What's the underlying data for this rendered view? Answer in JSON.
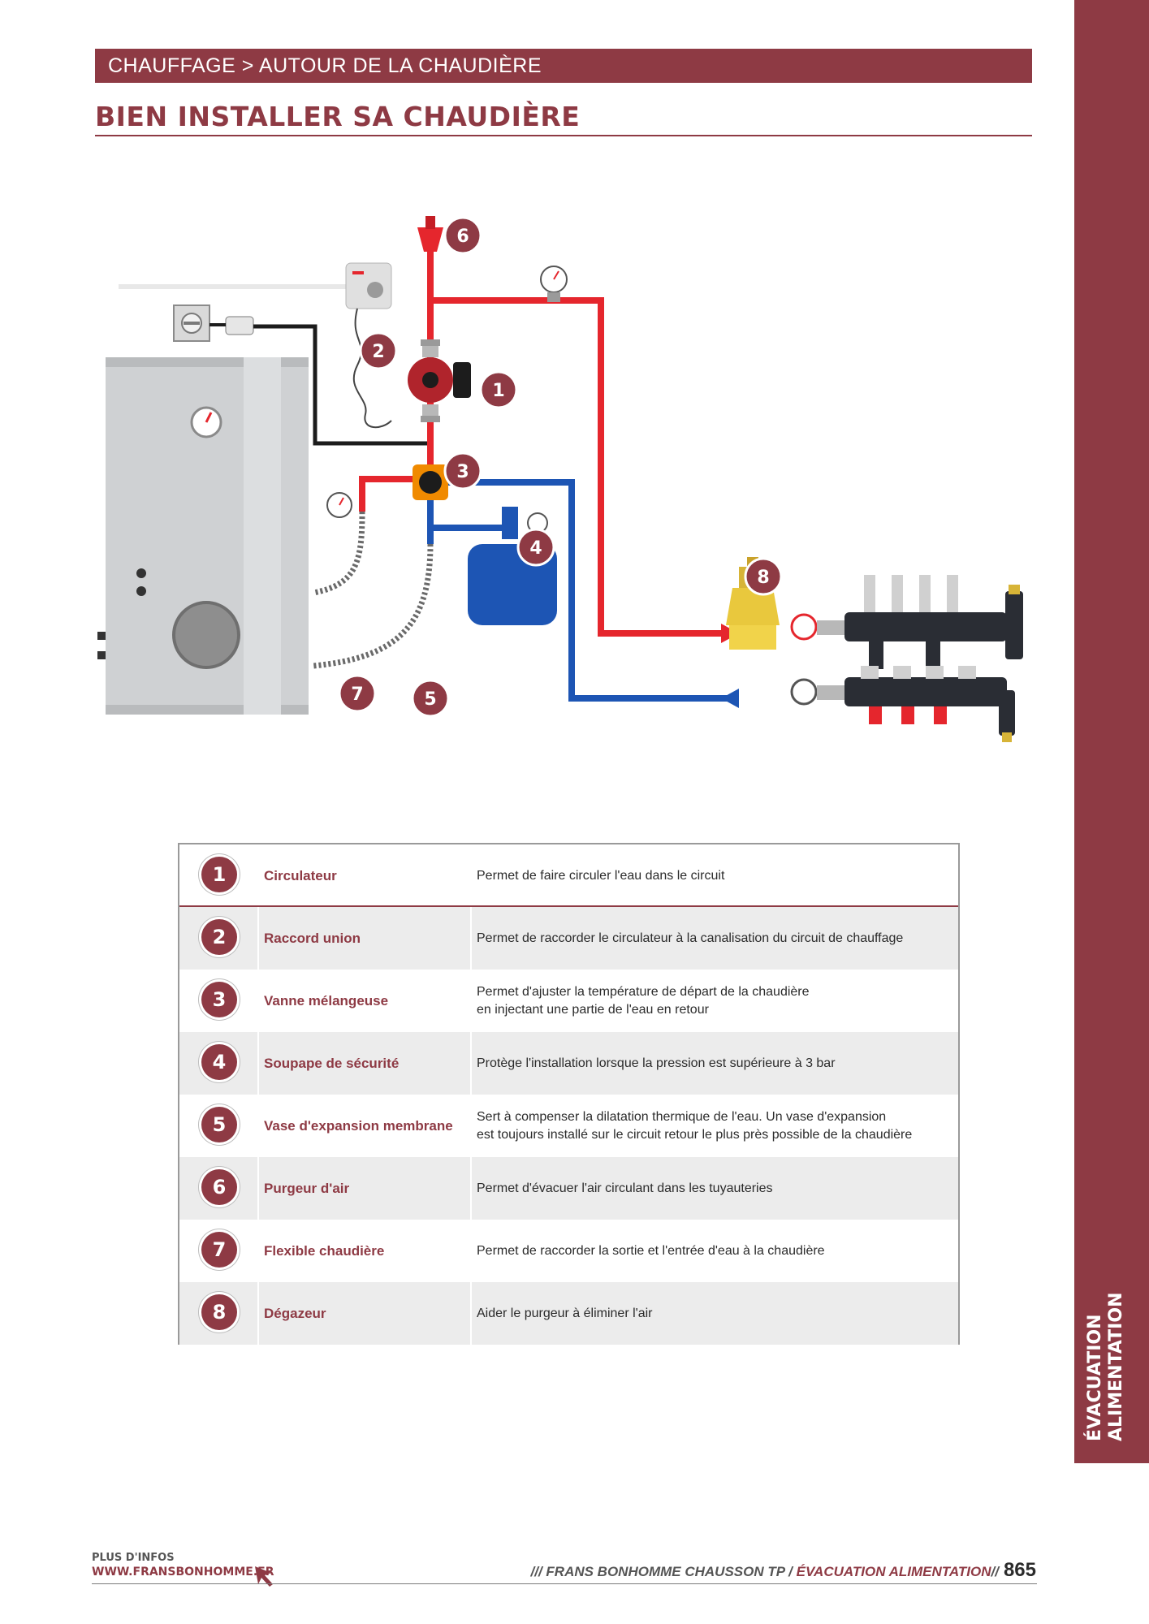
{
  "header": {
    "breadcrumb": "CHAUFFAGE > AUTOUR DE LA CHAUDIÈRE",
    "title": "BIEN INSTALLER SA CHAUDIÈRE"
  },
  "side_tab": {
    "line1": "ÉVACUATION",
    "line2": "ALIMENTATION"
  },
  "diagram": {
    "markers": [
      "1",
      "2",
      "3",
      "4",
      "5",
      "6",
      "7",
      "8"
    ],
    "colors": {
      "hot_pipe": "#e5262d",
      "cold_pipe": "#1d55b4",
      "marker": "#8e3a44",
      "boiler": "#cfd1d3"
    }
  },
  "legend": [
    {
      "num": "1",
      "name": "Circulateur",
      "desc": [
        "Permet de faire circuler l'eau dans le circuit"
      ]
    },
    {
      "num": "2",
      "name": "Raccord union",
      "desc": [
        "Permet de raccorder le circulateur à la canalisation du circuit de chauffage"
      ]
    },
    {
      "num": "3",
      "name": "Vanne mélangeuse",
      "desc": [
        "Permet d'ajuster la température de départ de la chaudière",
        "en injectant une partie de l'eau en retour"
      ]
    },
    {
      "num": "4",
      "name": "Soupape de sécurité",
      "desc": [
        "Protège l'installation lorsque la pression est supérieure à 3 bar"
      ]
    },
    {
      "num": "5",
      "name": "Vase d'expansion membrane",
      "desc": [
        "Sert à compenser la dilatation thermique de l'eau. Un vase d'expansion",
        "est toujours installé sur le circuit retour le plus près possible de la chaudière"
      ]
    },
    {
      "num": "6",
      "name": "Purgeur d'air",
      "desc": [
        "Permet d'évacuer l'air circulant dans les tuyauteries"
      ]
    },
    {
      "num": "7",
      "name": "Flexible chaudière",
      "desc": [
        "Permet de raccorder la sortie et l'entrée d'eau à la chaudière"
      ]
    },
    {
      "num": "8",
      "name": "Dégazeur",
      "desc": [
        "Aider le purgeur à éliminer l'air"
      ]
    }
  ],
  "footer": {
    "info_label": "PLUS D'INFOS",
    "url": "WWW.FRANSBONHOMME.FR",
    "publisher": "/// FRANS BONHOMME CHAUSSON TP / ",
    "section": "ÉVACUATION ALIMENTATION",
    "sep": "//",
    "page_number": "865"
  }
}
